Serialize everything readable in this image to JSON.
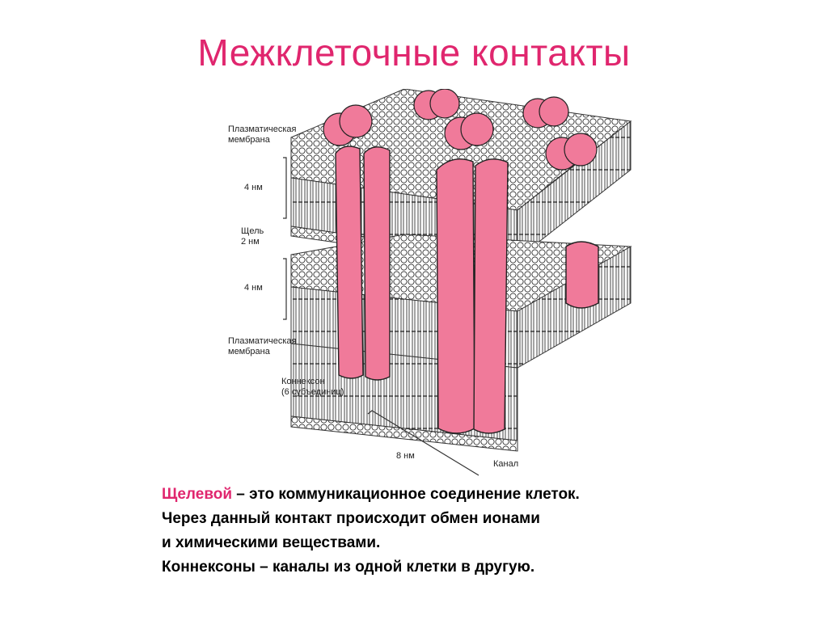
{
  "title": "Межклеточные контакты",
  "figure": {
    "labels": {
      "plasma_membrane_top_1": "Плазматическая",
      "plasma_membrane_top_2": "мембрана",
      "thickness_top": "4 нм",
      "gap_1": "Щель",
      "gap_2": "2 нм",
      "thickness_bottom": "4 нм",
      "plasma_membrane_bottom_1": "Плазматическая",
      "plasma_membrane_bottom_2": "мембрана",
      "connexon_1": "Коннексон",
      "connexon_2": "(6 субъединиц)",
      "width": "8 нм",
      "channel": "Канал"
    },
    "colors": {
      "connexon": "#f07a9a",
      "connexon_light": "#f6a7bc",
      "lipid_head": "#ffffff",
      "outline": "#222222"
    }
  },
  "text": {
    "accent_word": "Щелевой",
    "line1_rest": " – это коммуникационное соединение клеток.",
    "line2": "Через данный контакт происходит обмен ионами",
    "line3": "и химическими веществами.",
    "line4": "Коннексоны – каналы из одной клетки в другую."
  }
}
